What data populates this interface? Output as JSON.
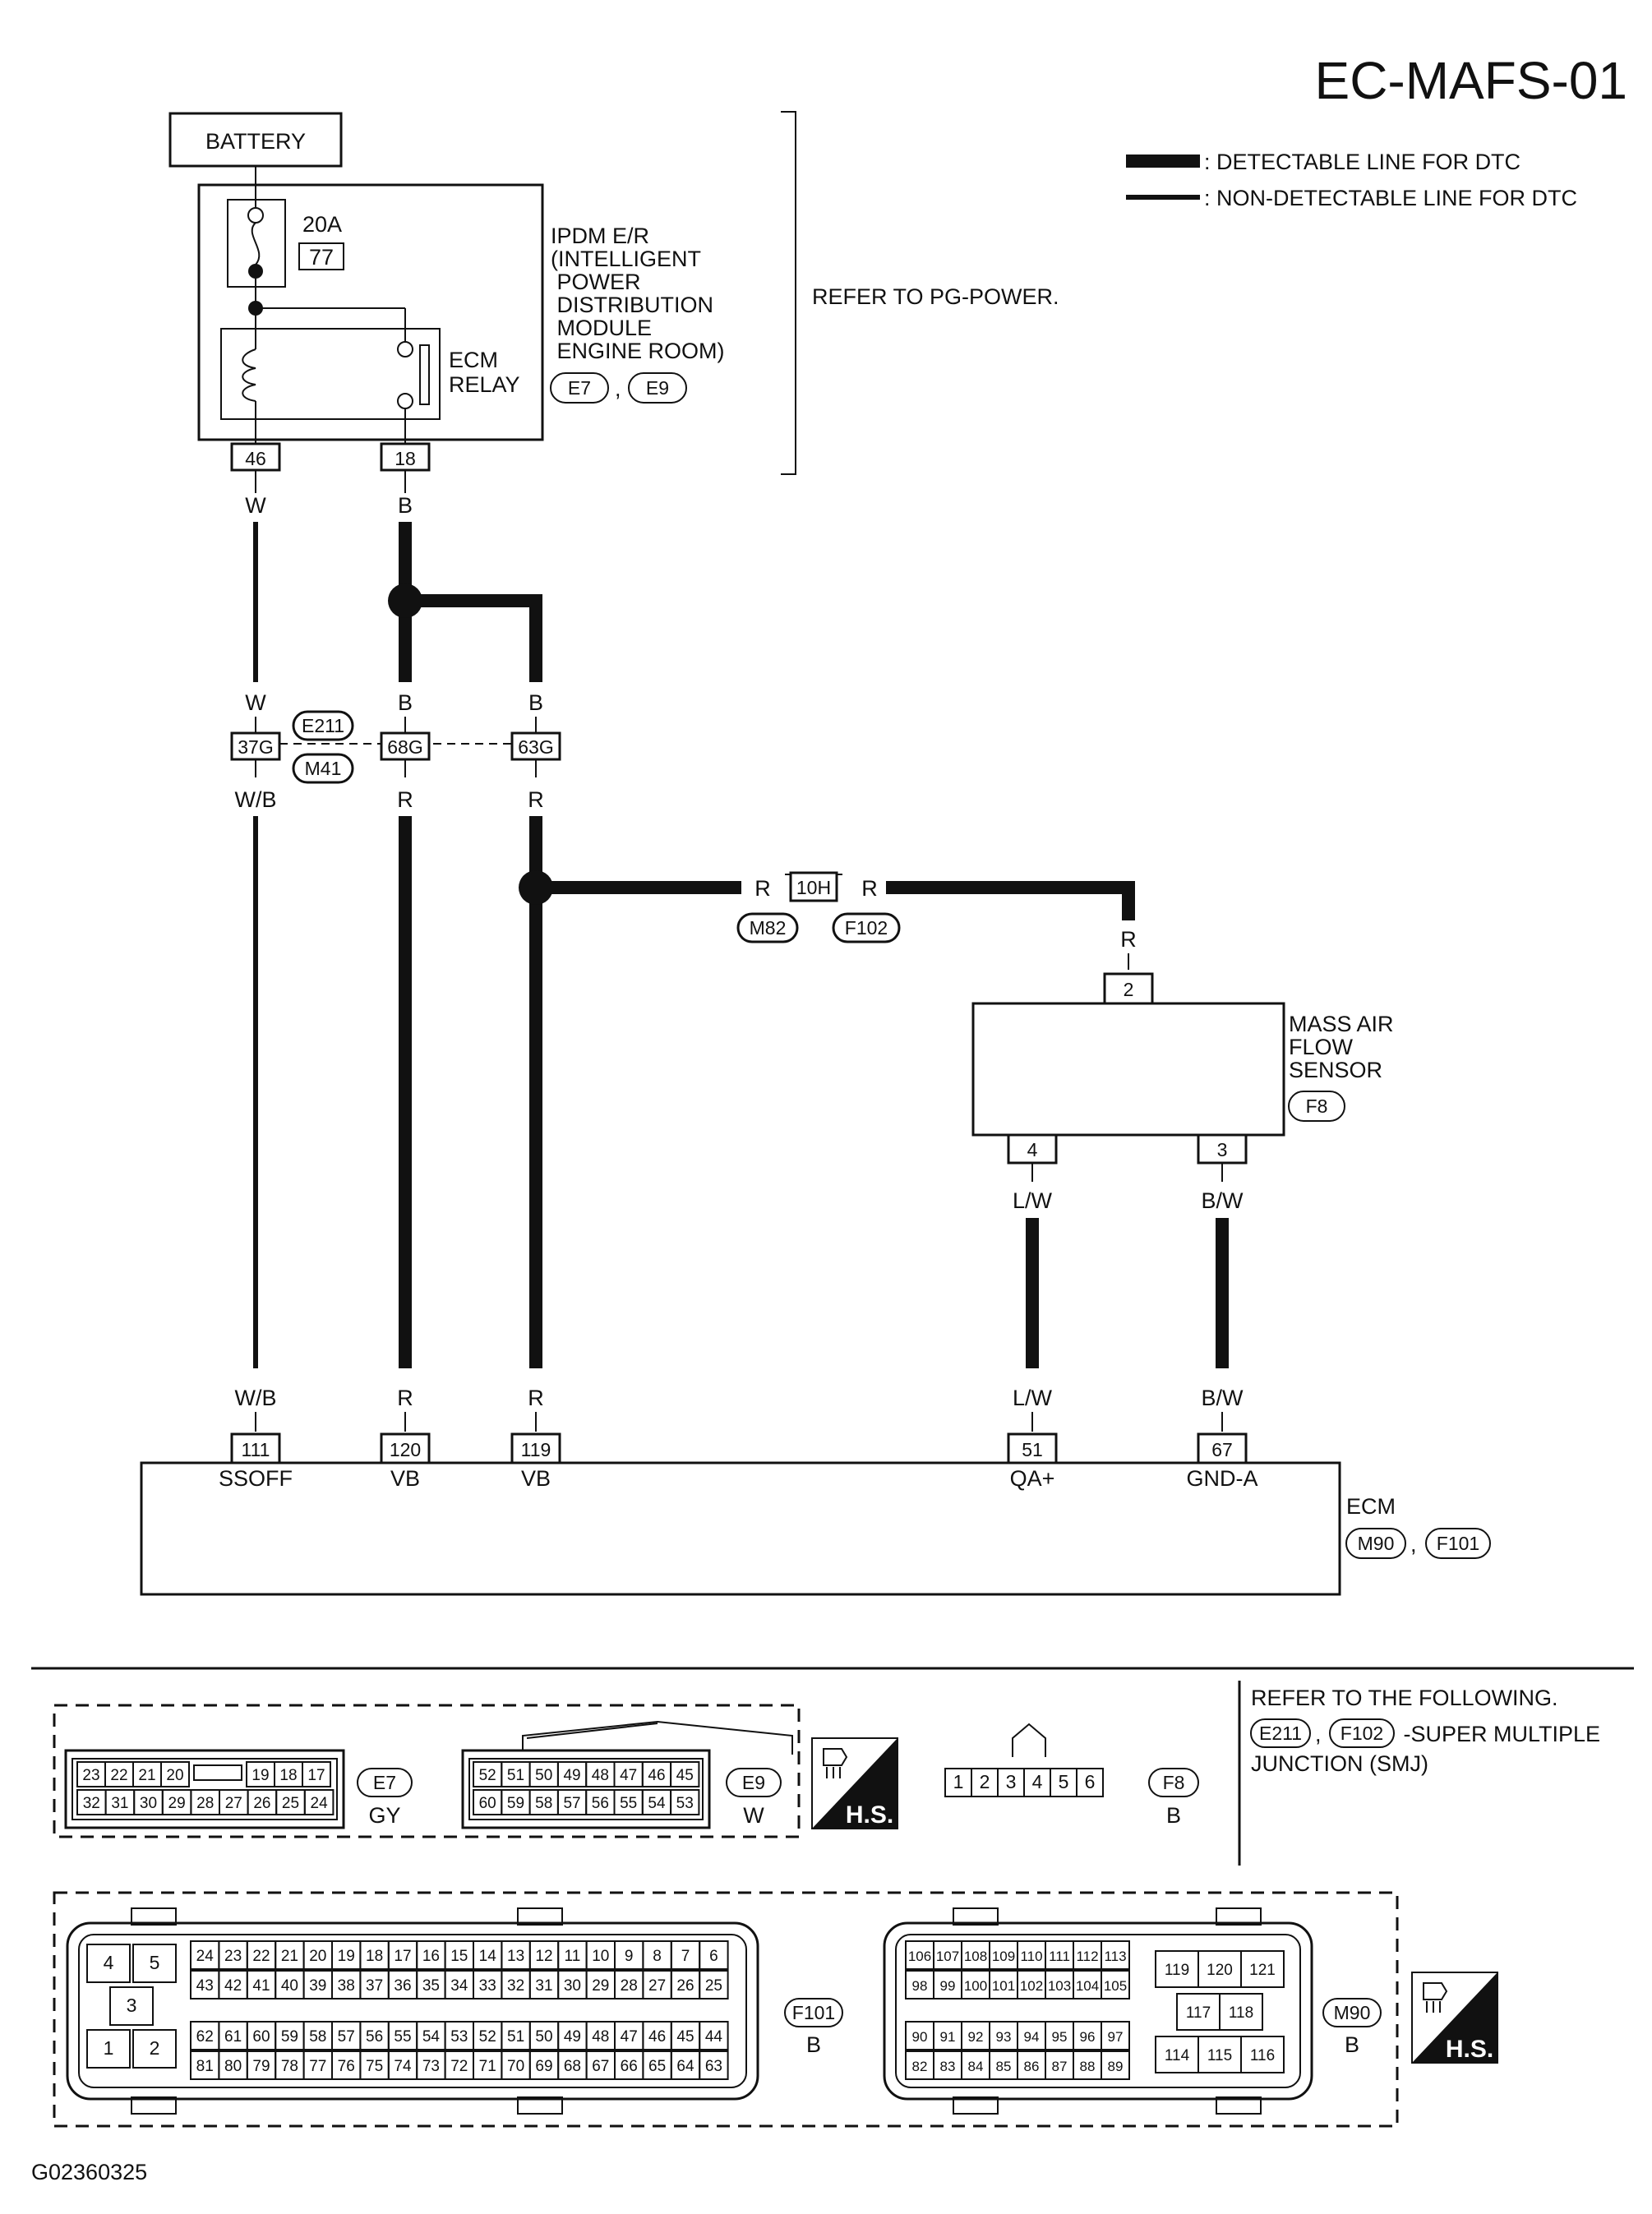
{
  "page": {
    "title": "EC-MAFS-01",
    "figure_code": "G02360325",
    "colors": {
      "ink": "#111111",
      "paper": "#ffffff"
    }
  },
  "legend": {
    "detectable": ": DETECTABLE LINE FOR DTC",
    "non_detectable": ": NON-DETECTABLE LINE FOR DTC"
  },
  "power": {
    "battery": "BATTERY",
    "fuse_amp": "20A",
    "fuse_no": "77",
    "ipdm_lines": [
      "IPDM E/R",
      "(INTELLIGENT",
      " POWER",
      " DISTRIBUTION",
      " MODULE",
      " ENGINE ROOM)"
    ],
    "ipdm_conn_1": "E7",
    "ipdm_conn_2": "E9",
    "relay_line1": "ECM",
    "relay_line2": "RELAY",
    "pin_46": "46",
    "pin_18": "18",
    "refer": "REFER TO PG-POWER.",
    "comma": ","
  },
  "wires": {
    "w": "W",
    "b1": "B",
    "b2": "B",
    "b3": "B",
    "wb1": "W/B",
    "wb2": "W/B",
    "r1": "R",
    "r2": "R",
    "r3": "R",
    "r4": "R",
    "r5": "R",
    "r6": "R",
    "r7": "R",
    "lw1": "L/W",
    "lw2": "L/W",
    "bw1": "B/W",
    "bw2": "B/W"
  },
  "junction": {
    "pin_37g": "37G",
    "pin_68g": "68G",
    "pin_63g": "63G",
    "conn_e211": "E211",
    "conn_m41": "M41",
    "pin_10h": "10H",
    "conn_m82": "M82",
    "conn_f102": "F102"
  },
  "maf": {
    "name_lines": [
      "MASS AIR",
      "FLOW",
      "SENSOR"
    ],
    "conn": "F8",
    "pin_2": "2",
    "pin_4": "4",
    "pin_3": "3"
  },
  "ecm": {
    "name": "ECM",
    "conn_1": "M90",
    "conn_2": "F101",
    "pins": [
      "111",
      "120",
      "119",
      "51",
      "67"
    ],
    "terms": [
      "SSOFF",
      "VB",
      "VB",
      "QA+",
      "GND-A"
    ]
  },
  "connectors": {
    "e7": {
      "id": "E7",
      "color": "GY",
      "top": [
        "23",
        "22",
        "21",
        "20",
        "",
        "19",
        "18",
        "17"
      ],
      "bottom": [
        "32",
        "31",
        "30",
        "29",
        "28",
        "27",
        "26",
        "25",
        "24"
      ]
    },
    "e9": {
      "id": "E9",
      "color": "W",
      "top": [
        "52",
        "51",
        "50",
        "49",
        "48",
        "47",
        "46",
        "45"
      ],
      "bottom": [
        "60",
        "59",
        "58",
        "57",
        "56",
        "55",
        "54",
        "53"
      ]
    },
    "f8": {
      "id": "F8",
      "color": "B",
      "pins": [
        "1",
        "2",
        "3",
        "4",
        "5",
        "6"
      ]
    },
    "f101": {
      "id": "F101",
      "color": "B",
      "block": {
        "a": "4",
        "b": "5",
        "c": "3",
        "d": "1",
        "e": "2"
      },
      "r1": [
        "24",
        "23",
        "22",
        "21",
        "20",
        "19",
        "18",
        "17",
        "16",
        "15",
        "14",
        "13",
        "12",
        "11",
        "10",
        "9",
        "8",
        "7",
        "6"
      ],
      "r2": [
        "43",
        "42",
        "41",
        "40",
        "39",
        "38",
        "37",
        "36",
        "35",
        "34",
        "33",
        "32",
        "31",
        "30",
        "29",
        "28",
        "27",
        "26",
        "25"
      ],
      "r3": [
        "62",
        "61",
        "60",
        "59",
        "58",
        "57",
        "56",
        "55",
        "54",
        "53",
        "52",
        "51",
        "50",
        "49",
        "48",
        "47",
        "46",
        "45",
        "44"
      ],
      "r4": [
        "81",
        "80",
        "79",
        "78",
        "77",
        "76",
        "75",
        "74",
        "73",
        "72",
        "71",
        "70",
        "69",
        "68",
        "67",
        "66",
        "65",
        "64",
        "63"
      ]
    },
    "m90": {
      "id": "M90",
      "color": "B",
      "r1": [
        "106",
        "107",
        "108",
        "109",
        "110",
        "111",
        "112",
        "113"
      ],
      "r2": [
        "98",
        "99",
        "100",
        "101",
        "102",
        "103",
        "104",
        "105"
      ],
      "r3": [
        "90",
        "91",
        "92",
        "93",
        "94",
        "95",
        "96",
        "97"
      ],
      "r4": [
        "82",
        "83",
        "84",
        "85",
        "86",
        "87",
        "88",
        "89"
      ],
      "right_top": [
        "119",
        "120",
        "121"
      ],
      "right_mid": [
        "117",
        "118"
      ],
      "right_bot": [
        "114",
        "115",
        "116"
      ]
    },
    "hs": "H.S."
  },
  "refer_following": {
    "line1": "REFER TO THE FOLLOWING.",
    "conn_1": "E211",
    "conn_2": "F102",
    "desc": " -SUPER MULTIPLE",
    "line3": "JUNCTION (SMJ)",
    "comma": ","
  }
}
